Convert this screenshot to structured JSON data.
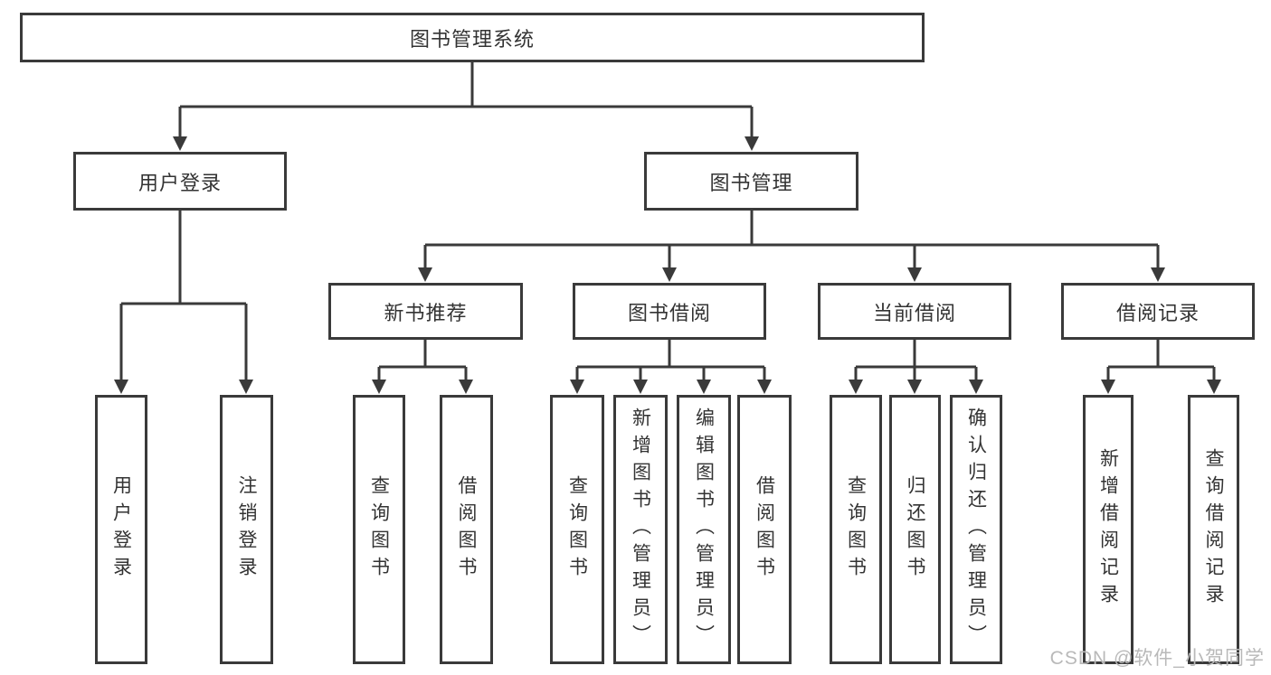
{
  "diagram_title": "图书管理系统",
  "colors": {
    "line": "#3a3a3a",
    "box_border": "#3a3a3a",
    "text": "#333333",
    "background": "#ffffff",
    "watermark": "#b9b9b9"
  },
  "tree": {
    "label": "图书管理系统",
    "children": [
      {
        "label": "用户登录",
        "children": [
          {
            "label": "用户登录"
          },
          {
            "label": "注销登录"
          }
        ]
      },
      {
        "label": "图书管理",
        "children": [
          {
            "label": "新书推荐",
            "children": [
              {
                "label": "查询图书"
              },
              {
                "label": "借阅图书"
              }
            ]
          },
          {
            "label": "图书借阅",
            "children": [
              {
                "label": "查询图书"
              },
              {
                "label": "新增图书（管理员）"
              },
              {
                "label": "编辑图书（管理员）"
              },
              {
                "label": "借阅图书"
              }
            ]
          },
          {
            "label": "当前借阅",
            "children": [
              {
                "label": "查询图书"
              },
              {
                "label": "归还图书"
              },
              {
                "label": "确认归还（管理员）"
              }
            ]
          },
          {
            "label": "借阅记录",
            "children": [
              {
                "label": "新增借阅记录"
              },
              {
                "label": "查询借阅记录"
              }
            ]
          }
        ]
      }
    ]
  },
  "watermark": "CSDN @软件_小贺同学"
}
